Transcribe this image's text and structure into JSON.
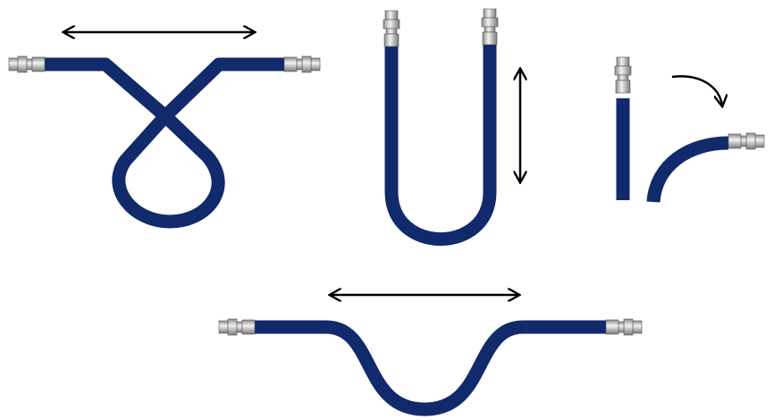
{
  "colors": {
    "cable": "#102a6b",
    "arrow": "#000000",
    "connector_light": "#e4e4e4",
    "connector_dark": "#8a8a8a"
  },
  "figures": [
    {
      "name": "twisted-loop-cable",
      "arrow": "horizontal-double-arrow"
    },
    {
      "name": "u-bend-cable",
      "arrow": "vertical-double-arrow"
    },
    {
      "name": "bent-cable",
      "arrow": "curved-arrow"
    },
    {
      "name": "dip-cable",
      "arrow": "horizontal-double-arrow"
    }
  ]
}
